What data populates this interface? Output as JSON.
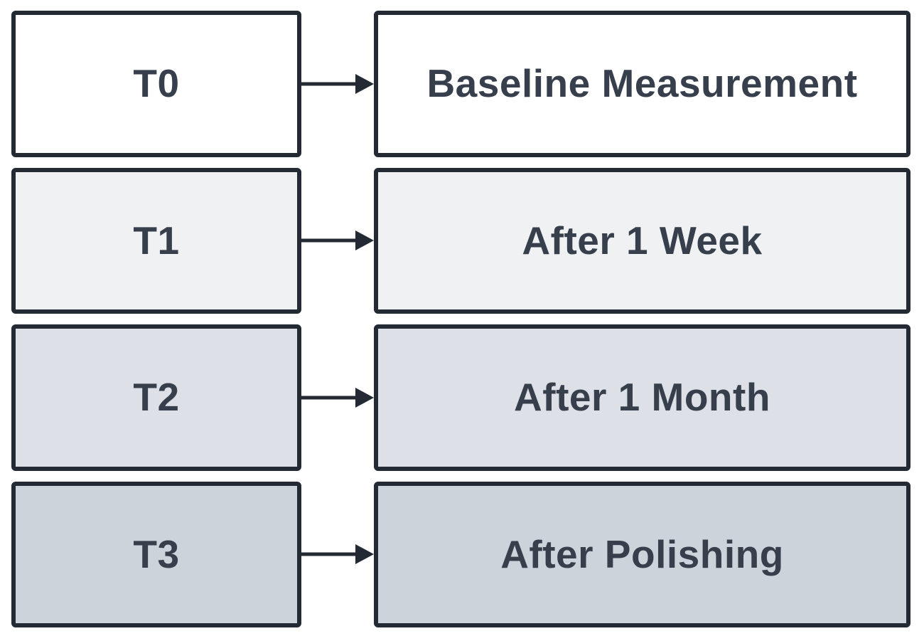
{
  "diagram": {
    "border_color": "#232a33",
    "arrow_color": "#232a33",
    "text_color": "#363f4b",
    "rows": [
      {
        "timepoint": "T0",
        "description": "Baseline Measurement",
        "fill": "#ffffff"
      },
      {
        "timepoint": "T1",
        "description": "After 1 Week",
        "fill": "#eff1f3"
      },
      {
        "timepoint": "T2",
        "description": "After 1 Month",
        "fill": "#dde0e6"
      },
      {
        "timepoint": "T3",
        "description": "After Polishing",
        "fill": "#cdd3da"
      }
    ]
  }
}
